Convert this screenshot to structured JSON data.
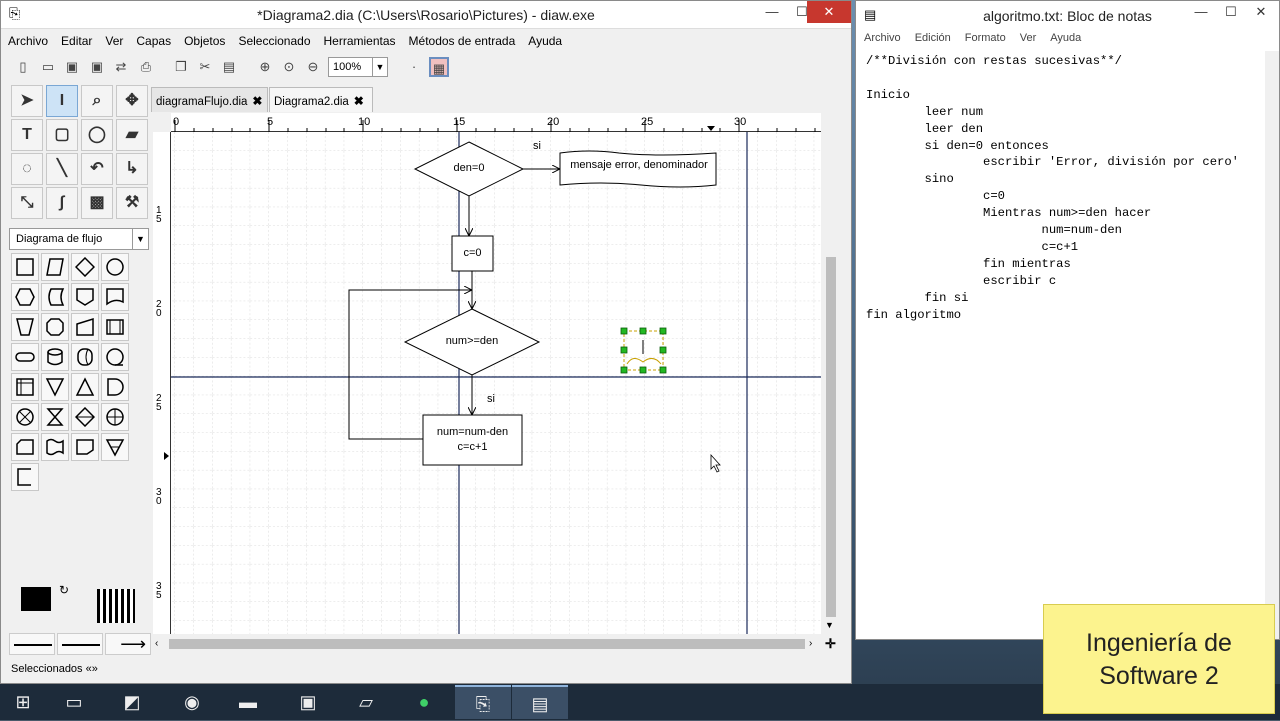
{
  "dia": {
    "title": "*Diagrama2.dia (C:\\Users\\Rosario\\Pictures) - diaw.exe",
    "menu": [
      "Archivo",
      "Editar",
      "Ver",
      "Capas",
      "Objetos",
      "Seleccionado",
      "Herramientas",
      "Métodos de entrada",
      "Ayuda"
    ],
    "zoom": "100%",
    "sheet": "Diagrama de flujo",
    "tabs": [
      {
        "label": "diagramaFlujo.dia",
        "active": false
      },
      {
        "label": "Diagrama2.dia",
        "active": true
      }
    ],
    "ruler_h_labels": [
      "0",
      "5",
      "10",
      "15",
      "20",
      "25",
      "30"
    ],
    "ruler_v_labels": [
      "1\n5",
      "2\n0",
      "2\n5",
      "3\n0",
      "3\n5"
    ],
    "status": "Seleccionados «»",
    "diagram": {
      "decision1": "den=0",
      "si1": "si",
      "output": "mensaje error, denominador",
      "assign": "c=0",
      "decision2": "num>=den",
      "si2": "si",
      "process_line1": "num=num-den",
      "process_line2": "c=c+1"
    }
  },
  "notepad": {
    "title": "algoritmo.txt: Bloc de notas",
    "menu": [
      "Archivo",
      "Edición",
      "Formato",
      "Ver",
      "Ayuda"
    ],
    "text": "/**División con restas sucesivas**/\n\nInicio\n        leer num\n        leer den\n        si den=0 entonces\n                escribir 'Error, división por cero'\n        sino\n                c=0\n                Mientras num>=den hacer\n                        num=num-den\n                        c=c+1\n                fin mientras\n                escribir c\n        fin si\nfin algoritmo"
  },
  "overlay": {
    "line1": "Ingeniería de",
    "line2": "Software 2"
  },
  "colors": {
    "selection_handle": "#22b822",
    "taskbar": "#1d2b3a",
    "overlay_bg": "#fcf38e"
  }
}
